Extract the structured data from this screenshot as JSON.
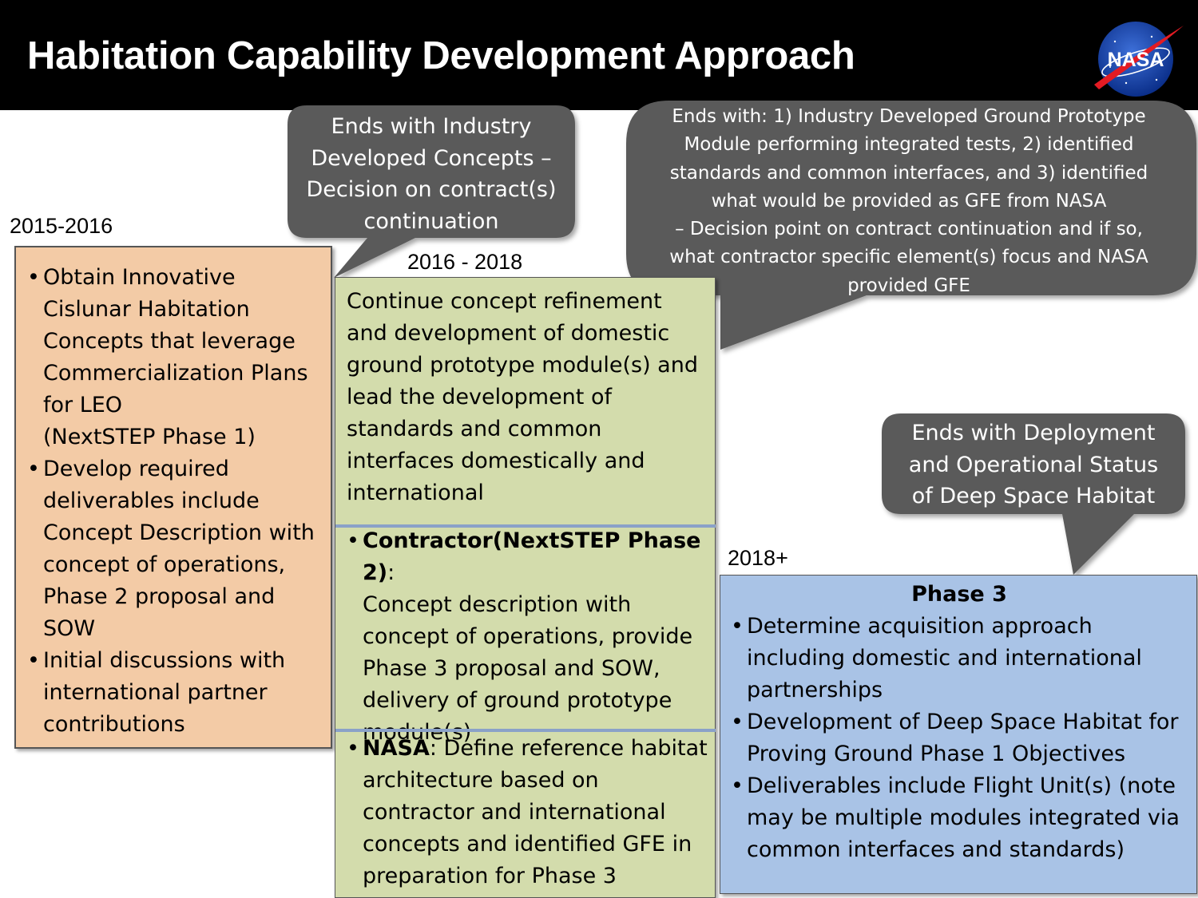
{
  "slide": {
    "title": "Habitation Capability Development Approach",
    "logo_text": "NASA"
  },
  "years": {
    "y1": "2015-2016",
    "y2": "2016 - 2018",
    "y3": "2018+"
  },
  "callouts": {
    "c1": [
      "Ends with Industry",
      "Developed Concepts –",
      "Decision on contract(s)",
      "continuation"
    ],
    "c2": [
      "Ends with: 1) Industry Developed Ground Prototype",
      "Module performing integrated tests, 2) identified",
      "standards and common interfaces, and 3) identified",
      "what would be provided as GFE from NASA",
      "– Decision point on contract continuation and if so,",
      "what contractor specific element(s) focus and NASA",
      "provided GFE"
    ],
    "c3": [
      "Ends with Deployment",
      "and Operational Status",
      "of Deep Space Habitat"
    ]
  },
  "phase1": {
    "bullets": [
      [
        "Obtain Innovative",
        "Cislunar Habitation",
        "Concepts that leverage",
        "Commercialization Plans",
        "for LEO",
        "(NextSTEP Phase 1)"
      ],
      [
        "Develop required",
        "deliverables include",
        "Concept Description with",
        "concept of operations,",
        "Phase 2 proposal and",
        "SOW"
      ],
      [
        "Initial discussions with",
        "international partner",
        "contributions"
      ]
    ]
  },
  "phase2": {
    "intro": [
      "Continue concept refinement",
      "and development of domestic",
      "ground prototype module(s) and",
      "lead the development of",
      "standards and common",
      "interfaces domestically and",
      "international"
    ],
    "contractor_bold": "Contractor(NextSTEP Phase 2)",
    "contractor_colon": ":",
    "contractor_lines": [
      "Concept description with",
      "concept of operations, provide",
      "Phase 3 proposal and SOW,",
      "delivery of ground prototype",
      "module(s)"
    ],
    "nasa_bold": "NASA",
    "nasa_first": ": Define reference habitat",
    "nasa_lines": [
      "architecture based on",
      "contractor and international",
      "concepts and identified GFE in",
      "preparation for Phase 3"
    ]
  },
  "phase3": {
    "heading": "Phase 3",
    "bullets": [
      [
        "Determine acquisition approach",
        "including domestic and international",
        "partnerships"
      ],
      [
        "Development of Deep Space Habitat for",
        "Proving Ground Phase 1 Objectives"
      ],
      [
        "Deliverables include Flight Unit(s) (note",
        "may be multiple modules integrated via",
        "common interfaces and standards)"
      ]
    ]
  },
  "colors": {
    "orange_box": "#f3cba6",
    "green_box": "#d3dcac",
    "blue_box": "#a9c3e6",
    "callout": "#5a5a5a",
    "header": "#000000",
    "divider": "#8aa1c8"
  }
}
